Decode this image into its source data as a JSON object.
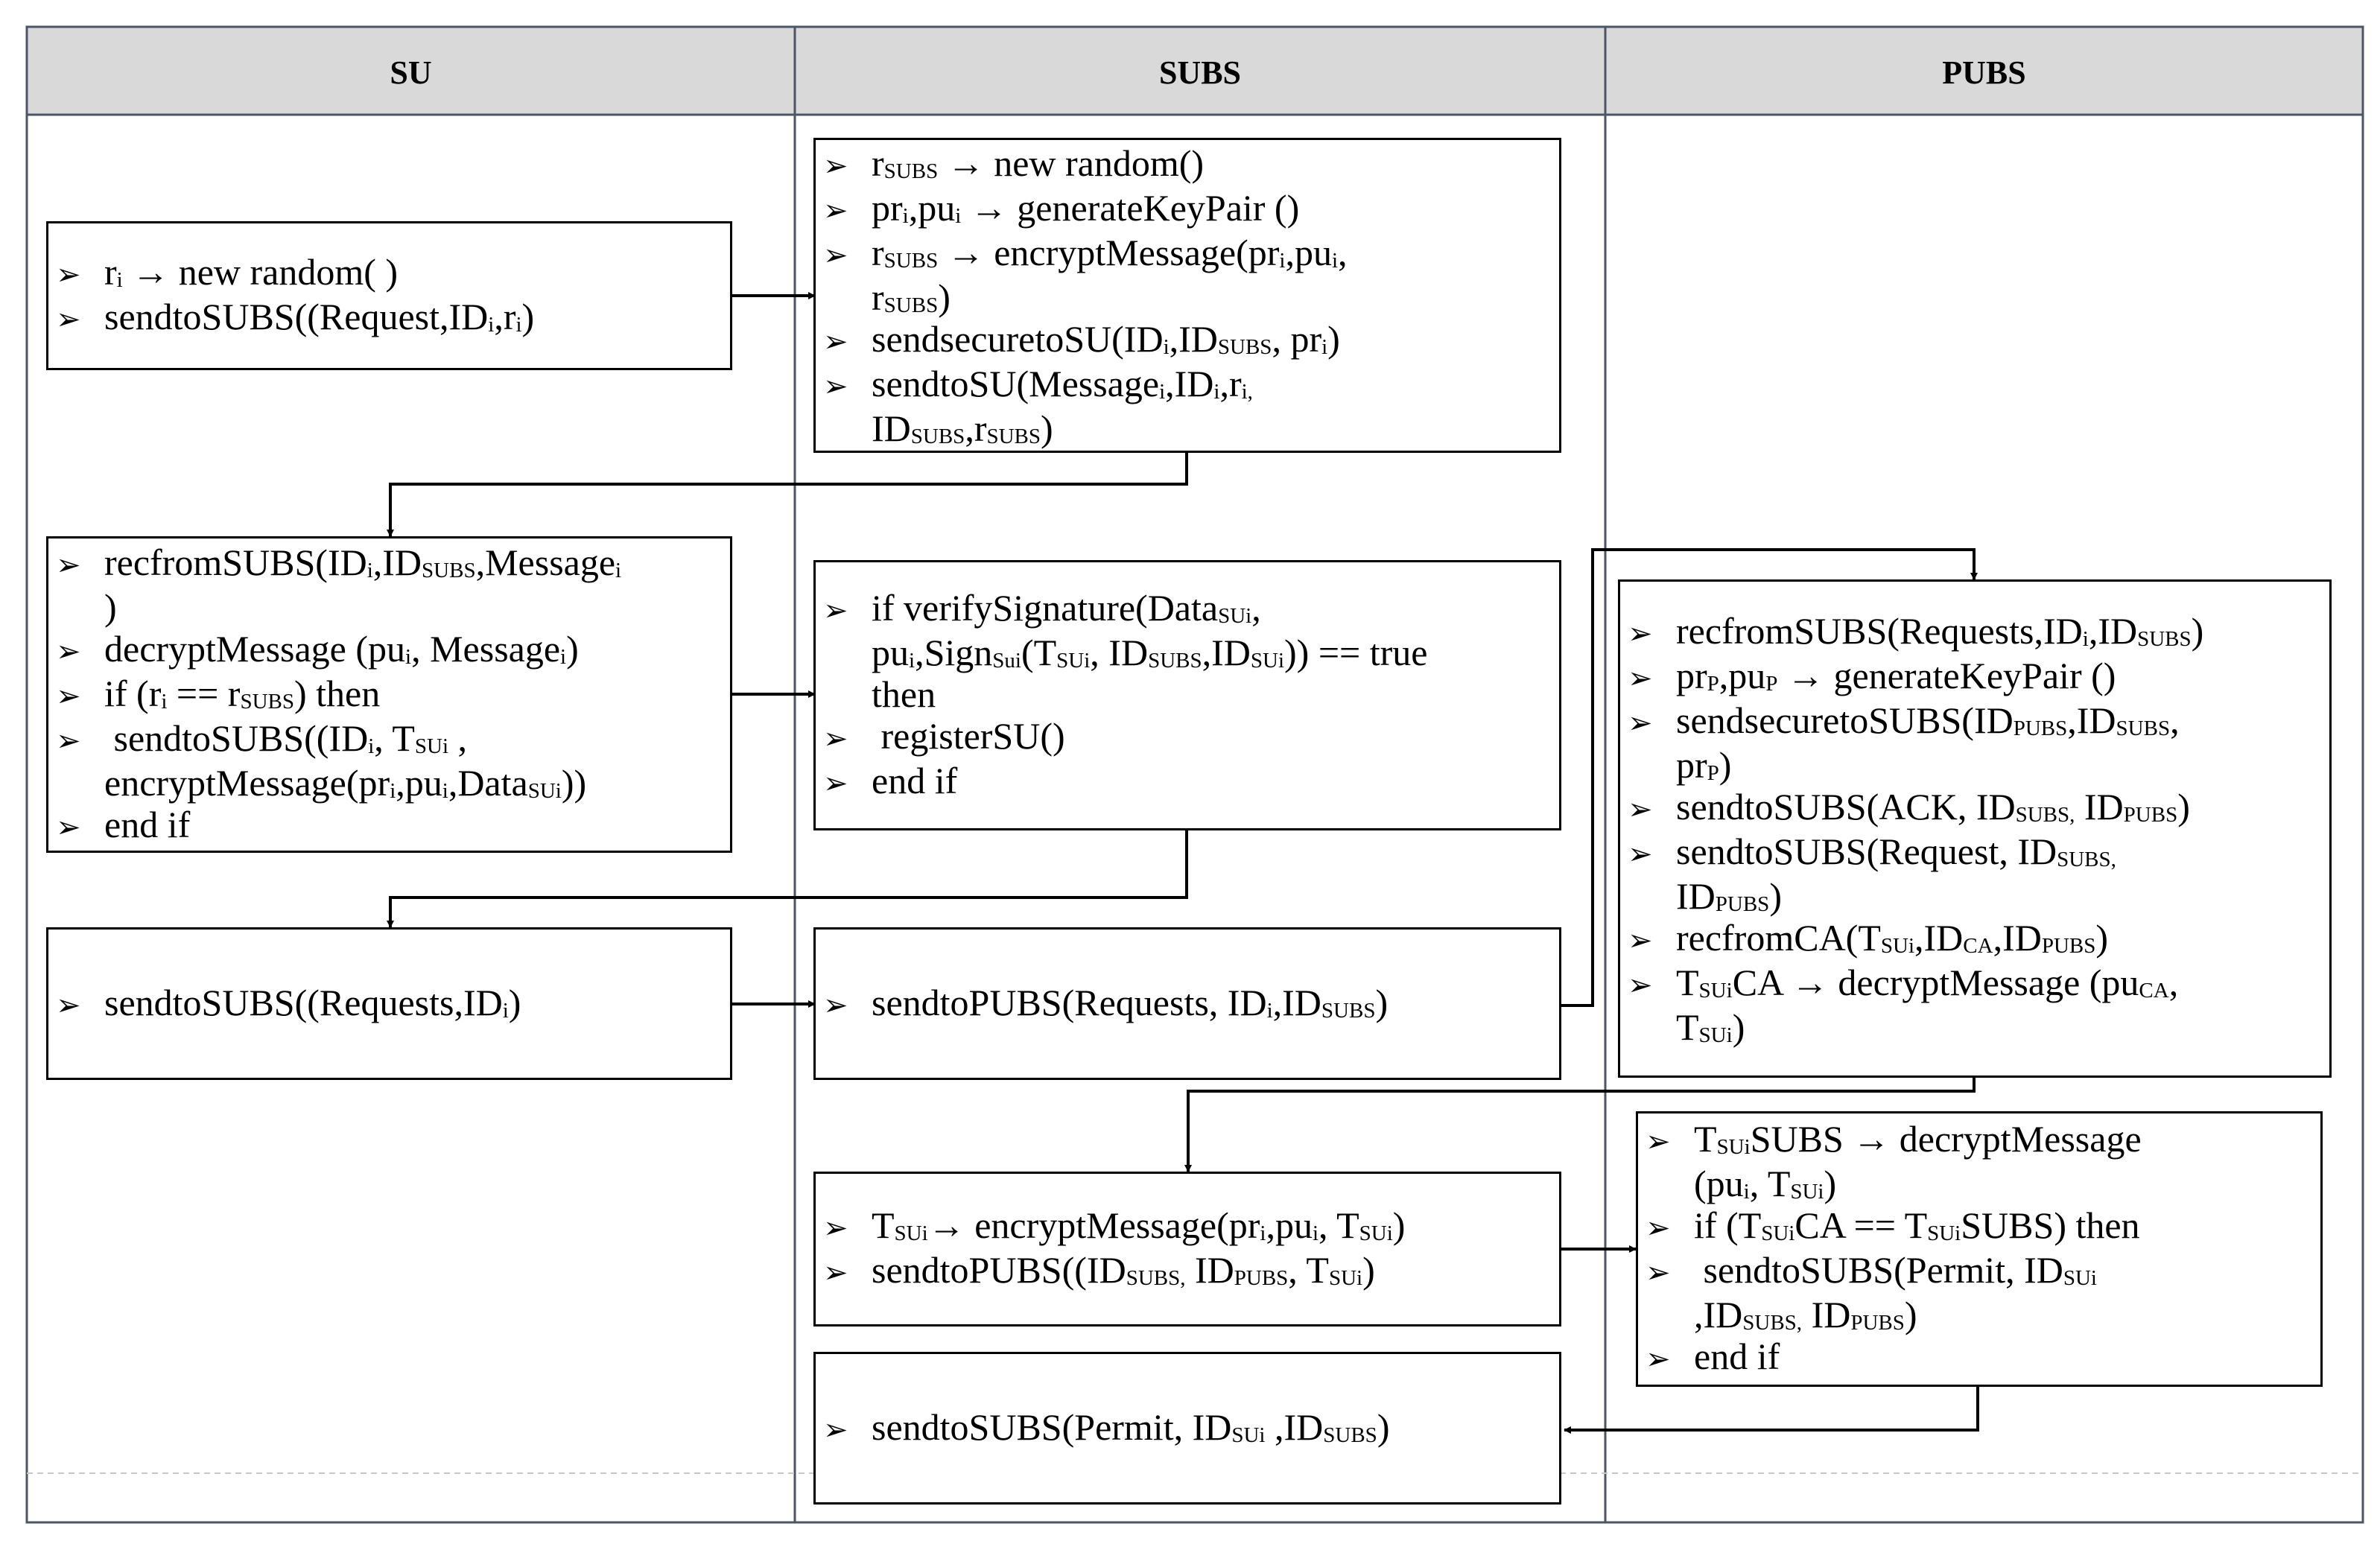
{
  "lanes": [
    {
      "title": "SU"
    },
    {
      "title": "SUBS"
    },
    {
      "title": "PUBS"
    }
  ],
  "boxes": [
    {
      "id": "su-1",
      "lane": "SU",
      "lines": [
        {
          "bullet": true,
          "parts": [
            [
              "r"
            ],
            [
              "i",
              1
            ],
            [
              " → new random( )"
            ]
          ]
        },
        {
          "bullet": true,
          "parts": [
            [
              "sendtoSUBS((Request,ID"
            ],
            [
              "i",
              1
            ],
            [
              ",r"
            ],
            [
              "i",
              1
            ],
            [
              ")"
            ]
          ]
        }
      ]
    },
    {
      "id": "subs-1",
      "lane": "SUBS",
      "lines": [
        {
          "bullet": true,
          "parts": [
            [
              "r"
            ],
            [
              "SUBS",
              1
            ],
            [
              " → new random()"
            ]
          ]
        },
        {
          "bullet": true,
          "parts": [
            [
              "pr"
            ],
            [
              "i",
              1
            ],
            [
              ",pu"
            ],
            [
              "i",
              1
            ],
            [
              " → generateKeyPair ()"
            ]
          ]
        },
        {
          "bullet": true,
          "parts": [
            [
              "r"
            ],
            [
              "SUBS",
              1
            ],
            [
              " → encryptMessage(pr"
            ],
            [
              "i",
              1
            ],
            [
              ",pu"
            ],
            [
              "i",
              1
            ],
            [
              ","
            ]
          ]
        },
        {
          "bullet": false,
          "parts": [
            [
              "r"
            ],
            [
              "SUBS",
              1
            ],
            [
              ")"
            ]
          ]
        },
        {
          "bullet": true,
          "parts": [
            [
              "sendsecuretoSU(ID"
            ],
            [
              "i",
              1
            ],
            [
              ",ID"
            ],
            [
              "SUBS",
              1
            ],
            [
              ", pr"
            ],
            [
              "i",
              1
            ],
            [
              ")"
            ]
          ]
        },
        {
          "bullet": true,
          "parts": [
            [
              "sendtoSU(Message"
            ],
            [
              "i",
              1
            ],
            [
              ",ID"
            ],
            [
              "i",
              1
            ],
            [
              ",r"
            ],
            [
              "i,",
              1
            ]
          ]
        },
        {
          "bullet": false,
          "parts": [
            [
              "ID"
            ],
            [
              "SUBS",
              1
            ],
            [
              ",r"
            ],
            [
              "SUBS",
              1
            ],
            [
              ")"
            ]
          ]
        }
      ]
    },
    {
      "id": "su-2",
      "lane": "SU",
      "lines": [
        {
          "bullet": true,
          "parts": [
            [
              "recfromSUBS(ID"
            ],
            [
              "i",
              1
            ],
            [
              ",ID"
            ],
            [
              "SUBS",
              1
            ],
            [
              ",Message"
            ],
            [
              "i",
              1
            ]
          ]
        },
        {
          "bullet": false,
          "parts": [
            [
              ")"
            ]
          ]
        },
        {
          "bullet": true,
          "parts": [
            [
              "decryptMessage (pu"
            ],
            [
              "i",
              1
            ],
            [
              ", Message"
            ],
            [
              "i",
              1
            ],
            [
              ")"
            ]
          ]
        },
        {
          "bullet": true,
          "parts": [
            [
              "if (r"
            ],
            [
              "i",
              1
            ],
            [
              " == r"
            ],
            [
              "SUBS",
              1
            ],
            [
              ") then"
            ]
          ]
        },
        {
          "bullet": true,
          "parts": [
            [
              " sendtoSUBS((ID"
            ],
            [
              "i",
              1
            ],
            [
              ", T"
            ],
            [
              "SUi",
              1
            ],
            [
              " ,"
            ]
          ]
        },
        {
          "bullet": false,
          "parts": [
            [
              "encryptMessage(pr"
            ],
            [
              "i",
              1
            ],
            [
              ",pu"
            ],
            [
              "i",
              1
            ],
            [
              ",Data"
            ],
            [
              "SUi",
              1
            ],
            [
              "))"
            ]
          ]
        },
        {
          "bullet": true,
          "parts": [
            [
              "end if"
            ]
          ]
        }
      ]
    },
    {
      "id": "subs-2",
      "lane": "SUBS",
      "lines": [
        {
          "bullet": true,
          "parts": [
            [
              "if verifySignature(Data"
            ],
            [
              "SUi",
              1
            ],
            [
              ","
            ]
          ]
        },
        {
          "bullet": false,
          "parts": [
            [
              "pu"
            ],
            [
              "i",
              1
            ],
            [
              ",Sign"
            ],
            [
              "Sui",
              1
            ],
            [
              "(T"
            ],
            [
              "SUi",
              1
            ],
            [
              ", ID"
            ],
            [
              "SUBS",
              1
            ],
            [
              ",ID"
            ],
            [
              "SUi",
              1
            ],
            [
              ")) == true"
            ]
          ]
        },
        {
          "bullet": false,
          "parts": [
            [
              "then"
            ]
          ]
        },
        {
          "bullet": true,
          "parts": [
            [
              "  registerSU()"
            ]
          ]
        },
        {
          "bullet": true,
          "parts": [
            [
              "end if"
            ]
          ]
        }
      ]
    },
    {
      "id": "su-3",
      "lane": "SU",
      "lines": [
        {
          "bullet": true,
          "parts": [
            [
              "sendtoSUBS((Requests,ID"
            ],
            [
              "i",
              1
            ],
            [
              ")"
            ]
          ]
        }
      ]
    },
    {
      "id": "subs-3",
      "lane": "SUBS",
      "lines": [
        {
          "bullet": true,
          "parts": [
            [
              "sendtoPUBS(Requests, ID"
            ],
            [
              "i",
              1
            ],
            [
              ",ID"
            ],
            [
              "SUBS",
              1
            ],
            [
              ")"
            ]
          ]
        }
      ]
    },
    {
      "id": "pubs-1",
      "lane": "PUBS",
      "lines": [
        {
          "bullet": true,
          "parts": [
            [
              "recfromSUBS(Requests,ID"
            ],
            [
              "i",
              1
            ],
            [
              ",ID"
            ],
            [
              "SUBS",
              1
            ],
            [
              ")"
            ]
          ]
        },
        {
          "bullet": true,
          "parts": [
            [
              "pr"
            ],
            [
              "P",
              1
            ],
            [
              ",pu"
            ],
            [
              "P",
              1
            ],
            [
              " → generateKeyPair ()"
            ]
          ]
        },
        {
          "bullet": true,
          "parts": [
            [
              "sendsecuretoSUBS(ID"
            ],
            [
              "PUBS",
              1
            ],
            [
              ",ID"
            ],
            [
              "SUBS",
              1
            ],
            [
              ","
            ]
          ]
        },
        {
          "bullet": false,
          "parts": [
            [
              "pr"
            ],
            [
              "P",
              1
            ],
            [
              ")"
            ]
          ]
        },
        {
          "bullet": true,
          "parts": [
            [
              "sendtoSUBS(ACK, ID"
            ],
            [
              "SUBS,",
              1
            ],
            [
              " ID"
            ],
            [
              "PUBS",
              1
            ],
            [
              ")"
            ]
          ]
        },
        {
          "bullet": true,
          "parts": [
            [
              "sendtoSUBS(Request, ID"
            ],
            [
              "SUBS,",
              1
            ]
          ]
        },
        {
          "bullet": false,
          "parts": [
            [
              "ID"
            ],
            [
              "PUBS",
              1
            ],
            [
              ")"
            ]
          ]
        },
        {
          "bullet": true,
          "parts": [
            [
              "recfromCA(T"
            ],
            [
              "SUi",
              1
            ],
            [
              ",ID"
            ],
            [
              "CA",
              1
            ],
            [
              ",ID"
            ],
            [
              "PUBS",
              1
            ],
            [
              ")"
            ]
          ]
        },
        {
          "bullet": true,
          "parts": [
            [
              "T"
            ],
            [
              "SUi",
              1
            ],
            [
              "CA → decryptMessage (pu"
            ],
            [
              "CA",
              1
            ],
            [
              ","
            ]
          ]
        },
        {
          "bullet": false,
          "parts": [
            [
              "T"
            ],
            [
              "SUi",
              1
            ],
            [
              ")"
            ]
          ]
        }
      ]
    },
    {
      "id": "subs-4",
      "lane": "SUBS",
      "lines": [
        {
          "bullet": true,
          "parts": [
            [
              "T"
            ],
            [
              "SUi",
              1
            ],
            [
              "→ encryptMessage(pr"
            ],
            [
              "i",
              1
            ],
            [
              ",pu"
            ],
            [
              "i",
              1
            ],
            [
              ", T"
            ],
            [
              "SUi",
              1
            ],
            [
              ")"
            ]
          ]
        },
        {
          "bullet": true,
          "parts": [
            [
              "sendtoPUBS((ID"
            ],
            [
              "SUBS,",
              1
            ],
            [
              " ID"
            ],
            [
              "PUBS",
              1
            ],
            [
              ", T"
            ],
            [
              "SUi",
              1
            ],
            [
              ")"
            ]
          ]
        }
      ]
    },
    {
      "id": "pubs-2",
      "lane": "PUBS",
      "lines": [
        {
          "bullet": true,
          "parts": [
            [
              "T"
            ],
            [
              "SUi",
              1
            ],
            [
              "SUBS → decryptMessage"
            ]
          ]
        },
        {
          "bullet": false,
          "parts": [
            [
              "(pu"
            ],
            [
              "i",
              1
            ],
            [
              ", T"
            ],
            [
              "SUi",
              1
            ],
            [
              ")"
            ]
          ]
        },
        {
          "bullet": true,
          "parts": [
            [
              "if (T"
            ],
            [
              "SUi",
              1
            ],
            [
              "CA == T"
            ],
            [
              "SUi",
              1
            ],
            [
              "SUBS) then"
            ]
          ]
        },
        {
          "bullet": true,
          "parts": [
            [
              "   sendtoSUBS(Permit, ID"
            ],
            [
              "SUi",
              1
            ]
          ]
        },
        {
          "bullet": false,
          "parts": [
            [
              ",ID"
            ],
            [
              "SUBS,",
              1
            ],
            [
              " ID"
            ],
            [
              "PUBS",
              1
            ],
            [
              ")"
            ]
          ]
        },
        {
          "bullet": true,
          "parts": [
            [
              "end if"
            ]
          ]
        }
      ]
    },
    {
      "id": "subs-5",
      "lane": "SUBS",
      "lines": [
        {
          "bullet": true,
          "parts": [
            [
              "sendtoSUBS(Permit, ID"
            ],
            [
              "SUi",
              1
            ],
            [
              " ,ID"
            ],
            [
              "SUBS",
              1
            ],
            [
              ")"
            ]
          ]
        }
      ]
    }
  ],
  "bullet_glyph": "➢",
  "colors": {
    "header": "#d9d9d9",
    "lane_border": "#4a5566",
    "box_border": "#000000"
  }
}
